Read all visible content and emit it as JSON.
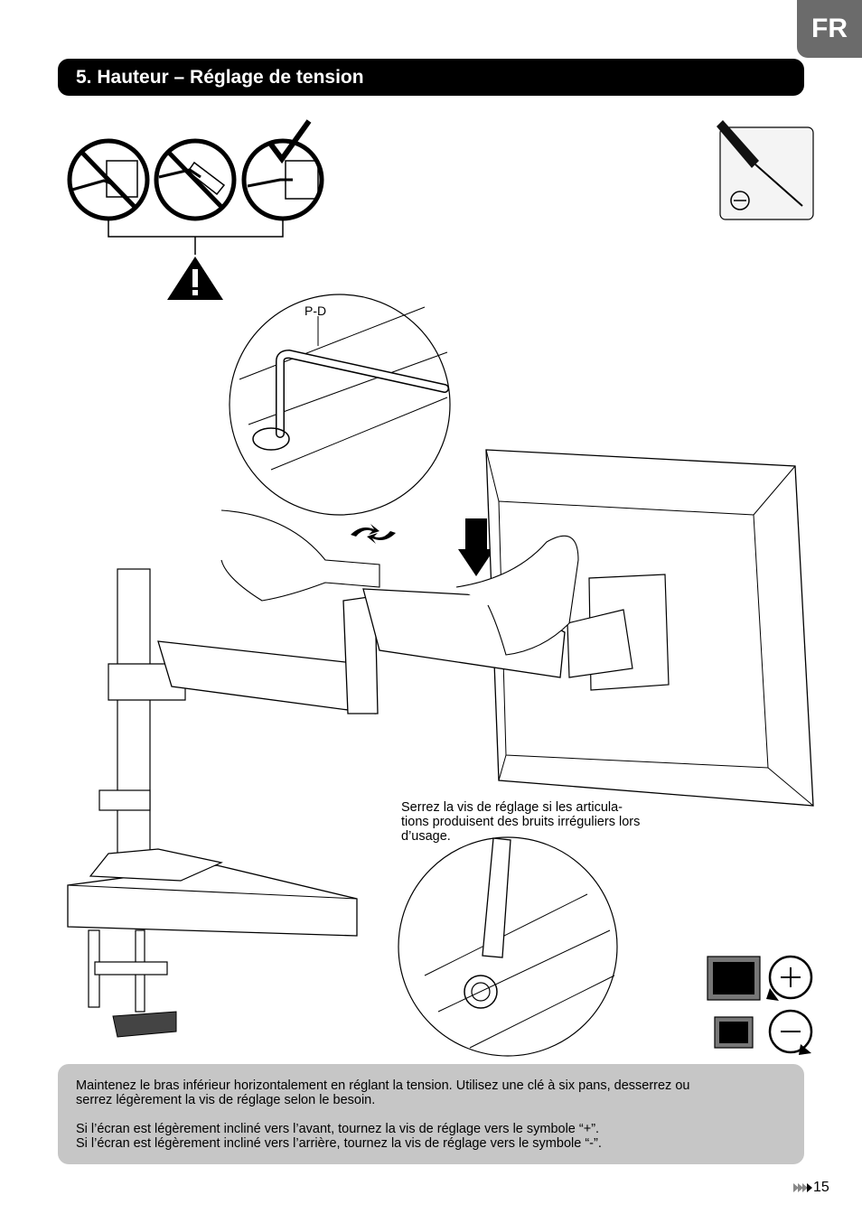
{
  "lang_tab": "FR",
  "section": {
    "title": "5. Hauteur – Réglage de tension"
  },
  "diagram": {
    "pd_label": "P-D",
    "caption": "Serrez la vis de réglage si les articula-\ntions produisent des bruits irréguliers lors\nd’usage."
  },
  "info": {
    "paragraph1": "Maintenez le bras inférieur horizontalement en réglant la tension. Utilisez une clé à six pans, desserrez ou\nserrez légèrement la vis de réglage selon le besoin.",
    "paragraph2": "Si l’écran est légèrement incliné vers l’avant, tournez la vis de réglage vers le symbole “+”.\nSi l’écran est légèrement incliné vers l’arrière, tournez la vis de réglage vers le symbole “-”."
  },
  "footer": {
    "page_number": "15"
  },
  "icons": [
    "prohibited-icon",
    "checkmark-icon",
    "warning-icon",
    "screwdriver-icon",
    "minus-circle-icon",
    "rotate-arrows-icon",
    "down-arrow-icon",
    "plus-rotate-icon",
    "minus-rotate-icon",
    "page-arrow-icon"
  ]
}
